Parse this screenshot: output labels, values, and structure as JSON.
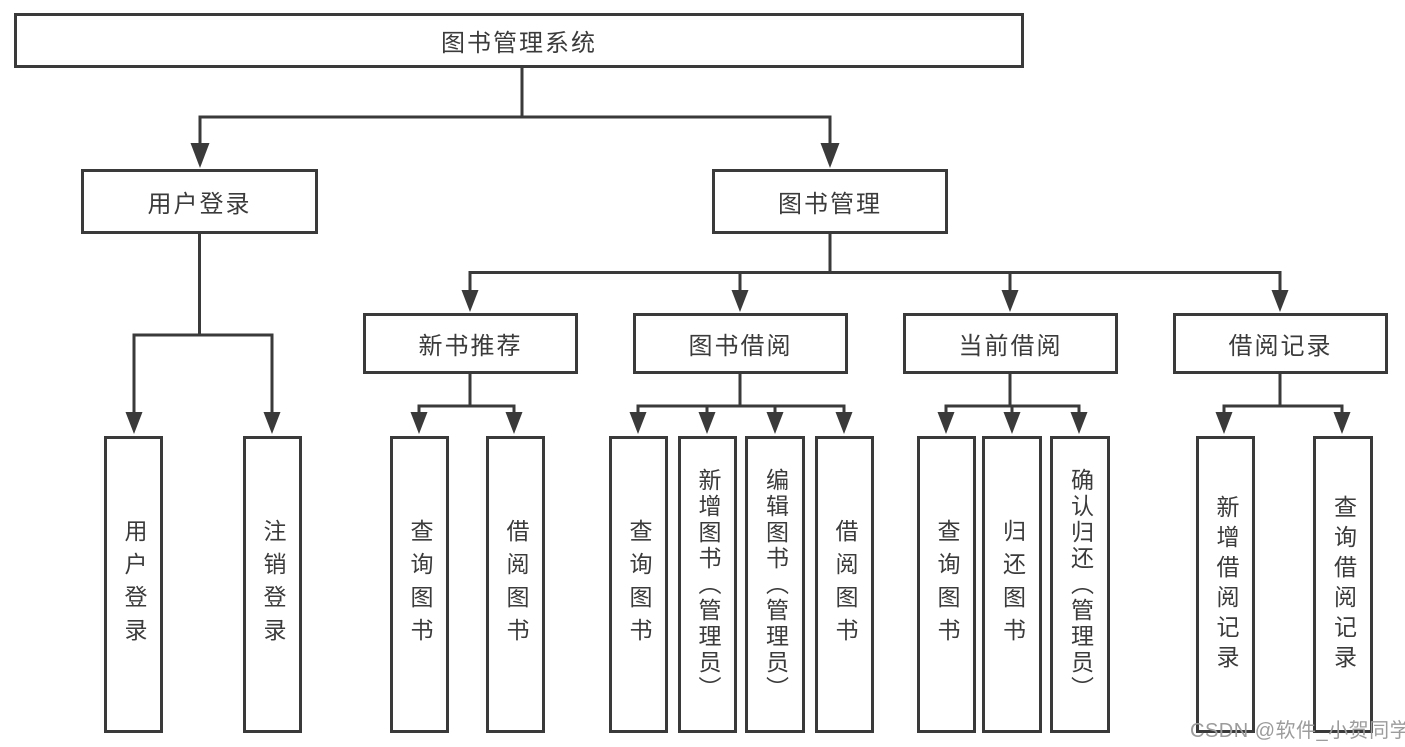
{
  "diagram": {
    "root": {
      "label": "图书管理系统"
    },
    "level2": [
      {
        "label": "用户登录"
      },
      {
        "label": "图书管理"
      }
    ],
    "level3": [
      {
        "label": "新书推荐"
      },
      {
        "label": "图书借阅"
      },
      {
        "label": "当前借阅"
      },
      {
        "label": "借阅记录"
      }
    ],
    "leaves": [
      {
        "label": "用户登录"
      },
      {
        "label": "注销登录"
      },
      {
        "label": "查询图书"
      },
      {
        "label": "借阅图书"
      },
      {
        "label": "查询图书"
      },
      {
        "label": "新增图书（管理员）"
      },
      {
        "label": "编辑图书（管理员）"
      },
      {
        "label": "借阅图书"
      },
      {
        "label": "查询图书"
      },
      {
        "label": "归还图书"
      },
      {
        "label": "确认归还（管理员）"
      },
      {
        "label": "新增借阅记录"
      },
      {
        "label": "查询借阅记录"
      }
    ]
  },
  "watermark": {
    "text": "CSDN @软件_小贺同学"
  },
  "colors": {
    "line": "#3a3a3a",
    "text": "#3b3b3b",
    "watermark": "#9c9c9c",
    "background": "#ffffff"
  }
}
